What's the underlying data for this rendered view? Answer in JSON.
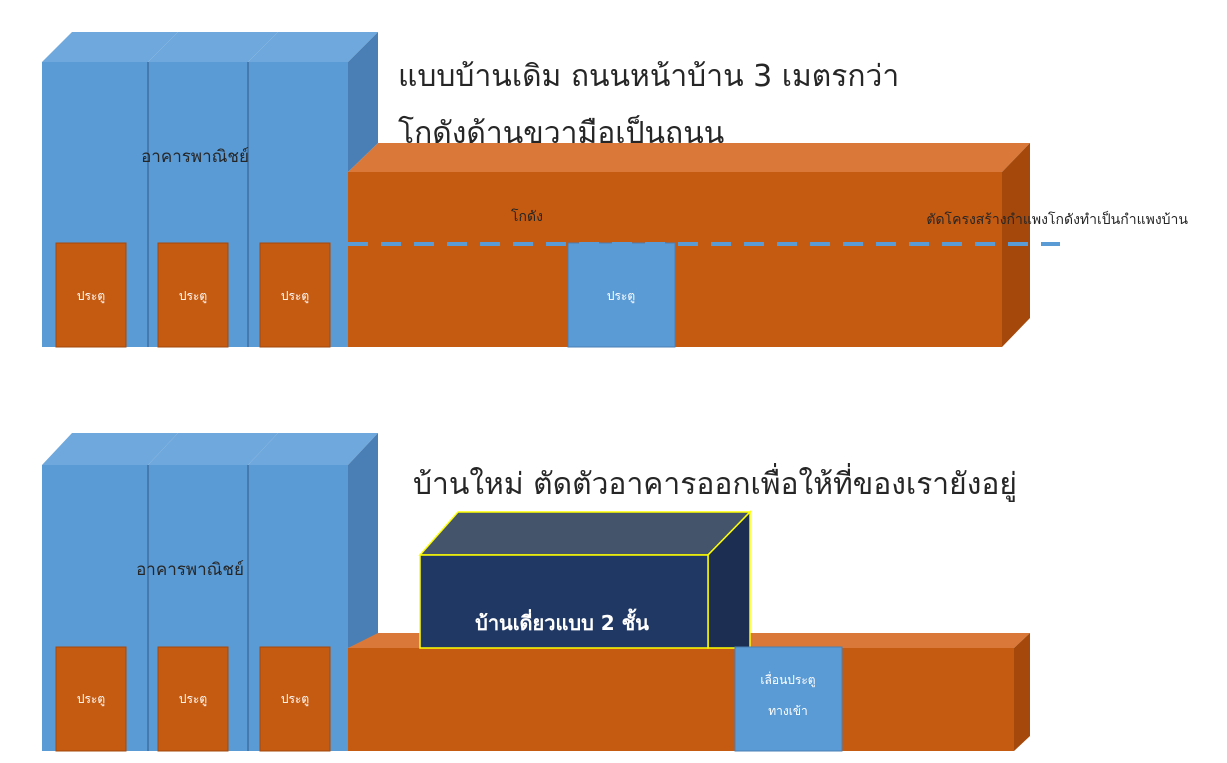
{
  "colors": {
    "building_front": "#5b9bd5",
    "building_top": "#6fa8dc",
    "building_side": "#4a7fb5",
    "building_edge": "#3f6fa0",
    "warehouse_front": "#c55a11",
    "warehouse_top": "#d97838",
    "warehouse_side": "#a4480c",
    "door_orange": "#c55a11",
    "door_blue": "#5b9bd5",
    "dashed_line": "#5b9bd5",
    "house_front": "#203864",
    "house_top": "#44546a",
    "house_side": "#1c2f52",
    "house_edge": "#ffff00",
    "text_dark": "#262626",
    "text_white": "#ffffff"
  },
  "top": {
    "title_line1": "แบบบ้านเดิม ถนนหน้าบ้าน 3 เมตรกว่า",
    "title_line2": "โกดังด้านขวามือเป็นถนน",
    "building_label": "อาคารพาณิชย์",
    "doors": [
      "ประตู",
      "ประตู",
      "ประตู"
    ],
    "warehouse_label": "โกดัง",
    "warehouse_door": "ประตู",
    "cut_note": "ตัดโครงสร้างกำแพงโกดังทำเป็นกำแพงบ้าน"
  },
  "bottom": {
    "title": "บ้านใหม่ ตัดตัวอาคารออกเพื่อให้ที่ของเรายังอยู่",
    "building_label": "อาคารพาณิชย์",
    "doors": [
      "ประตู",
      "ประตู",
      "ประตู"
    ],
    "house_label": "บ้านเดี่ยวแบบ 2 ชั้น",
    "sliding_door_line1": "เลื่อนประตู",
    "sliding_door_line2": "ทางเข้า"
  }
}
